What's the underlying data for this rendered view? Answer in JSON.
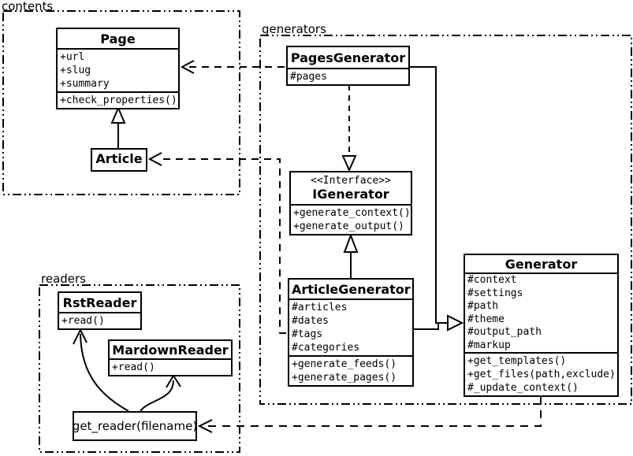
{
  "colors": {
    "line": "#000000",
    "background": "#ffffff"
  },
  "packages": {
    "contents": {
      "label": "contents"
    },
    "generators": {
      "label": "generators"
    },
    "readers": {
      "label": "readers"
    }
  },
  "classes": {
    "page": {
      "name": "Page",
      "attributes": [
        "+url",
        "+slug",
        "+summary"
      ],
      "methods": [
        "+check_properties()"
      ]
    },
    "article": {
      "name": "Article"
    },
    "pages_generator": {
      "name": "PagesGenerator",
      "attributes": [
        "#pages"
      ]
    },
    "igenerator": {
      "stereotype": "<<Interface>>",
      "name": "IGenerator",
      "methods": [
        "+generate_context()",
        "+generate_output()"
      ]
    },
    "article_generator": {
      "name": "ArticleGenerator",
      "attributes": [
        "#articles",
        "#dates",
        "#tags",
        "#categories"
      ],
      "methods": [
        "+generate_feeds()",
        "+generate_pages()"
      ]
    },
    "generator": {
      "name": "Generator",
      "attributes": [
        "#context",
        "#settings",
        "#path",
        "#theme",
        "#output_path",
        "#markup"
      ],
      "methods": [
        "+get_templates()",
        "+get_files(path,exclude)",
        "#_update_context()"
      ]
    },
    "rst_reader": {
      "name": "RstReader",
      "methods": [
        "+read()"
      ]
    },
    "mardown_reader": {
      "name": "MardownReader",
      "methods": [
        "+read()"
      ]
    },
    "get_reader": {
      "label": "get_reader(filename)"
    }
  },
  "relationships": [
    {
      "from": "Article",
      "to": "Page",
      "type": "inheritance"
    },
    {
      "from": "PagesGenerator",
      "to": "Page",
      "type": "dependency"
    },
    {
      "from": "ArticleGenerator",
      "to": "Article",
      "type": "dependency"
    },
    {
      "from": "PagesGenerator",
      "to": "IGenerator",
      "type": "realization"
    },
    {
      "from": "ArticleGenerator",
      "to": "IGenerator",
      "type": "inheritance"
    },
    {
      "from": "PagesGenerator",
      "to": "Generator",
      "type": "inheritance"
    },
    {
      "from": "ArticleGenerator",
      "to": "Generator",
      "type": "inheritance"
    },
    {
      "from": "Generator",
      "to": "get_reader",
      "type": "dependency"
    },
    {
      "from": "get_reader",
      "to": "RstReader",
      "type": "call-arrow"
    },
    {
      "from": "get_reader",
      "to": "MardownReader",
      "type": "call-arrow"
    }
  ]
}
